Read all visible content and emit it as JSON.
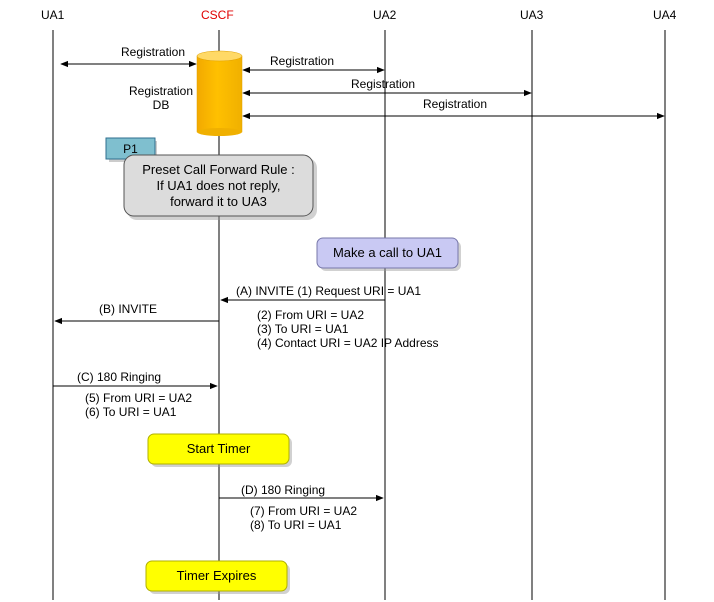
{
  "headers": {
    "ua1": "UA1",
    "cscf": "CSCF",
    "ua2": "UA2",
    "ua3": "UA3",
    "ua4": "UA4"
  },
  "colors": {
    "cscf_header": "#e00000",
    "db_fill": "#ffc000",
    "db_top": "#ffd966",
    "p1_fill": "#7fbfcf",
    "rule_fill": "#dcdcdc",
    "call_fill": "#c9c9f3",
    "timer_fill": "#ffff00"
  },
  "registration": {
    "ua1": "Registration",
    "ua2": "Registration",
    "ua3": "Registration",
    "ua4": "Registration",
    "db_label_line1": "Registration",
    "db_label_line2": "DB"
  },
  "p1": "P1",
  "rule": {
    "line1": "Preset Call Forward Rule :",
    "line2": "If UA1 does not reply,",
    "line3": "forward it to UA3"
  },
  "make_call": "Make a call to UA1",
  "messages": {
    "a_invite": "(A) INVITE (1) Request URI = UA1",
    "a_detail": [
      "(2) From URI = UA2",
      "(3) To URI = UA1",
      "(4) Contact URI = UA2 IP Address"
    ],
    "b_invite": "(B) INVITE",
    "c_ringing": "(C) 180 Ringing",
    "c_detail": [
      "(5) From URI = UA2",
      "(6) To URI = UA1"
    ],
    "d_ringing": "(D) 180 Ringing",
    "d_detail": [
      "(7) From URI = UA2",
      "(8) To URI = UA1"
    ]
  },
  "start_timer": "Start Timer",
  "timer_expires": "Timer Expires"
}
